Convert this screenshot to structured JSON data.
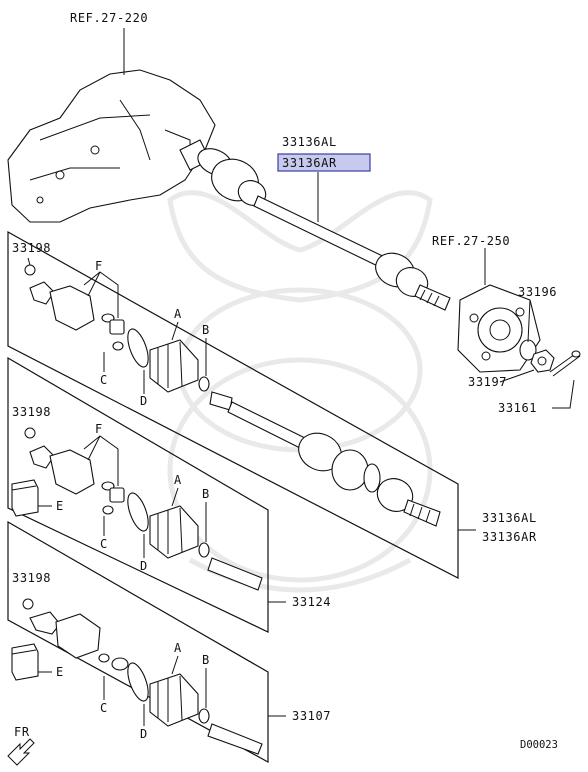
{
  "labels": {
    "ref_27_220": "REF.27-220",
    "ref_27_250": "REF.27-250",
    "part_33136al": "33136AL",
    "part_33136ar": "33136AR",
    "part_33196": "33196",
    "part_33197": "33197",
    "part_33161": "33161",
    "part_33198": "33198",
    "part_33124": "33124",
    "part_33107": "33107",
    "letter_a": "A",
    "letter_b": "B",
    "letter_c": "C",
    "letter_d": "D",
    "letter_e": "E",
    "letter_f": "F",
    "front": "FR",
    "diagram_code": "D00023"
  },
  "highlight": {
    "selected_part": "33136AR",
    "color": "#c7c9ee",
    "border_color": "#3a3f9e"
  }
}
